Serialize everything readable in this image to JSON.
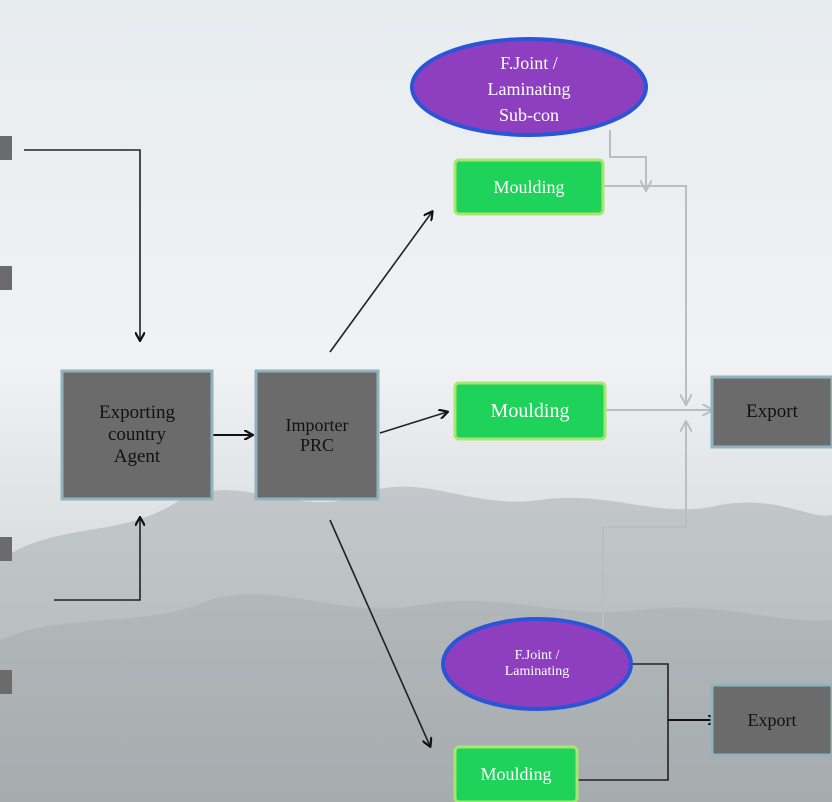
{
  "nodes": {
    "agent": {
      "line1": "Exporting",
      "line2": "country",
      "line3": "Agent"
    },
    "importer": {
      "line1": "Importer",
      "line2": "PRC"
    },
    "sub_top": {
      "line1": "F.Joint /",
      "line2": "Laminating",
      "line3": "Sub-con"
    },
    "moulding_top": "Moulding",
    "moulding_mid": "Moulding",
    "moulding_bottom": "Moulding",
    "sub_bottom": {
      "line1": "F.Joint /",
      "line2": "Laminating"
    },
    "export_top": "Export",
    "export_bottom": "Export"
  },
  "colors": {
    "grey_box": "#6b6b6b",
    "green_box": "#1fd25a",
    "purple_oval": "#8e3fc0",
    "oval_border": "#2a55d6"
  }
}
